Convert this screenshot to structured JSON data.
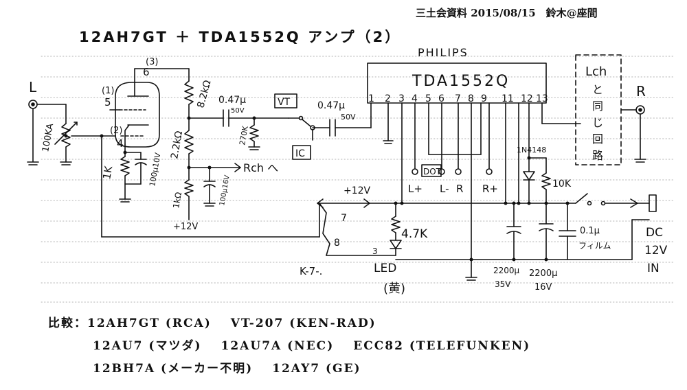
{
  "header": {
    "credit": "三土会資料 2015/08/15　鈴木@座間",
    "title": "12AH7GT ＋ TDA1552Q アンプ（2）"
  },
  "schematic": {
    "chip_maker": "PHILIPS",
    "chip_name": "TDA1552Q",
    "pin_numbers": [
      "1",
      "2",
      "3",
      "4",
      "5",
      "6",
      "7",
      "8",
      "9",
      "11",
      "12",
      "13"
    ],
    "left_input": "L",
    "right_output": "R",
    "rch_box": [
      "Lch",
      "と",
      "同",
      "じ",
      "回",
      "路"
    ],
    "tube_pins": [
      "(3)",
      "6",
      "(1)",
      "5",
      "(2)",
      "4"
    ],
    "labels": {
      "volume": "100KA",
      "cathode_r": "1K",
      "cathode_c": "100μ10V",
      "plate_r1": "8.2kΩ",
      "plate_r2": "2.2kΩ",
      "coupling_c1_val": "0.47μ",
      "coupling_c1_volt": "50V",
      "res_270k": "270K",
      "res_1k": "1kΩ",
      "dec_cap": "100μ16V",
      "rch_out": "Rch へ",
      "vt_box": "VT",
      "ic_box": "IC",
      "coupling_c2_val": "0.47μ",
      "coupling_c2_volt": "50V",
      "supply_12v": "+12V",
      "supply_12v_b": "+12V",
      "led_res": "4.7K",
      "led": "LED",
      "led_color": "(黄)",
      "key_pin7": "7",
      "key_pin8": "8",
      "key_pin3": "3",
      "key_label": "K-7-.",
      "out_l_plus": "L+",
      "out_l_minus": "L-",
      "out_r_minus": "R",
      "out_r_plus": "R+",
      "dot_box": "DOT",
      "diode": "1N4148",
      "res_10k": "10K",
      "cap_2200_a_val": "2200μ",
      "cap_2200_a_volt": "35V",
      "cap_2200_b_val": "2200μ",
      "cap_2200_b_volt": "16V",
      "film_cap_val": "0.1μ",
      "film_cap_desc": "フィルム",
      "dc_in_1": "DC",
      "dc_in_2": "12V",
      "dc_in_3": "IN"
    }
  },
  "comparison": {
    "label": "比較：",
    "line1": [
      "12AH7GT (RCA)",
      "VT-207 (KEN-RAD)"
    ],
    "line2": [
      "12AU7 (マツダ)",
      "12AU7A (NEC)",
      "ECC82 (TELEFUNKEN)"
    ],
    "line3": [
      "12BH7A (メーカー不明)",
      "12AY7 (GE)"
    ]
  }
}
